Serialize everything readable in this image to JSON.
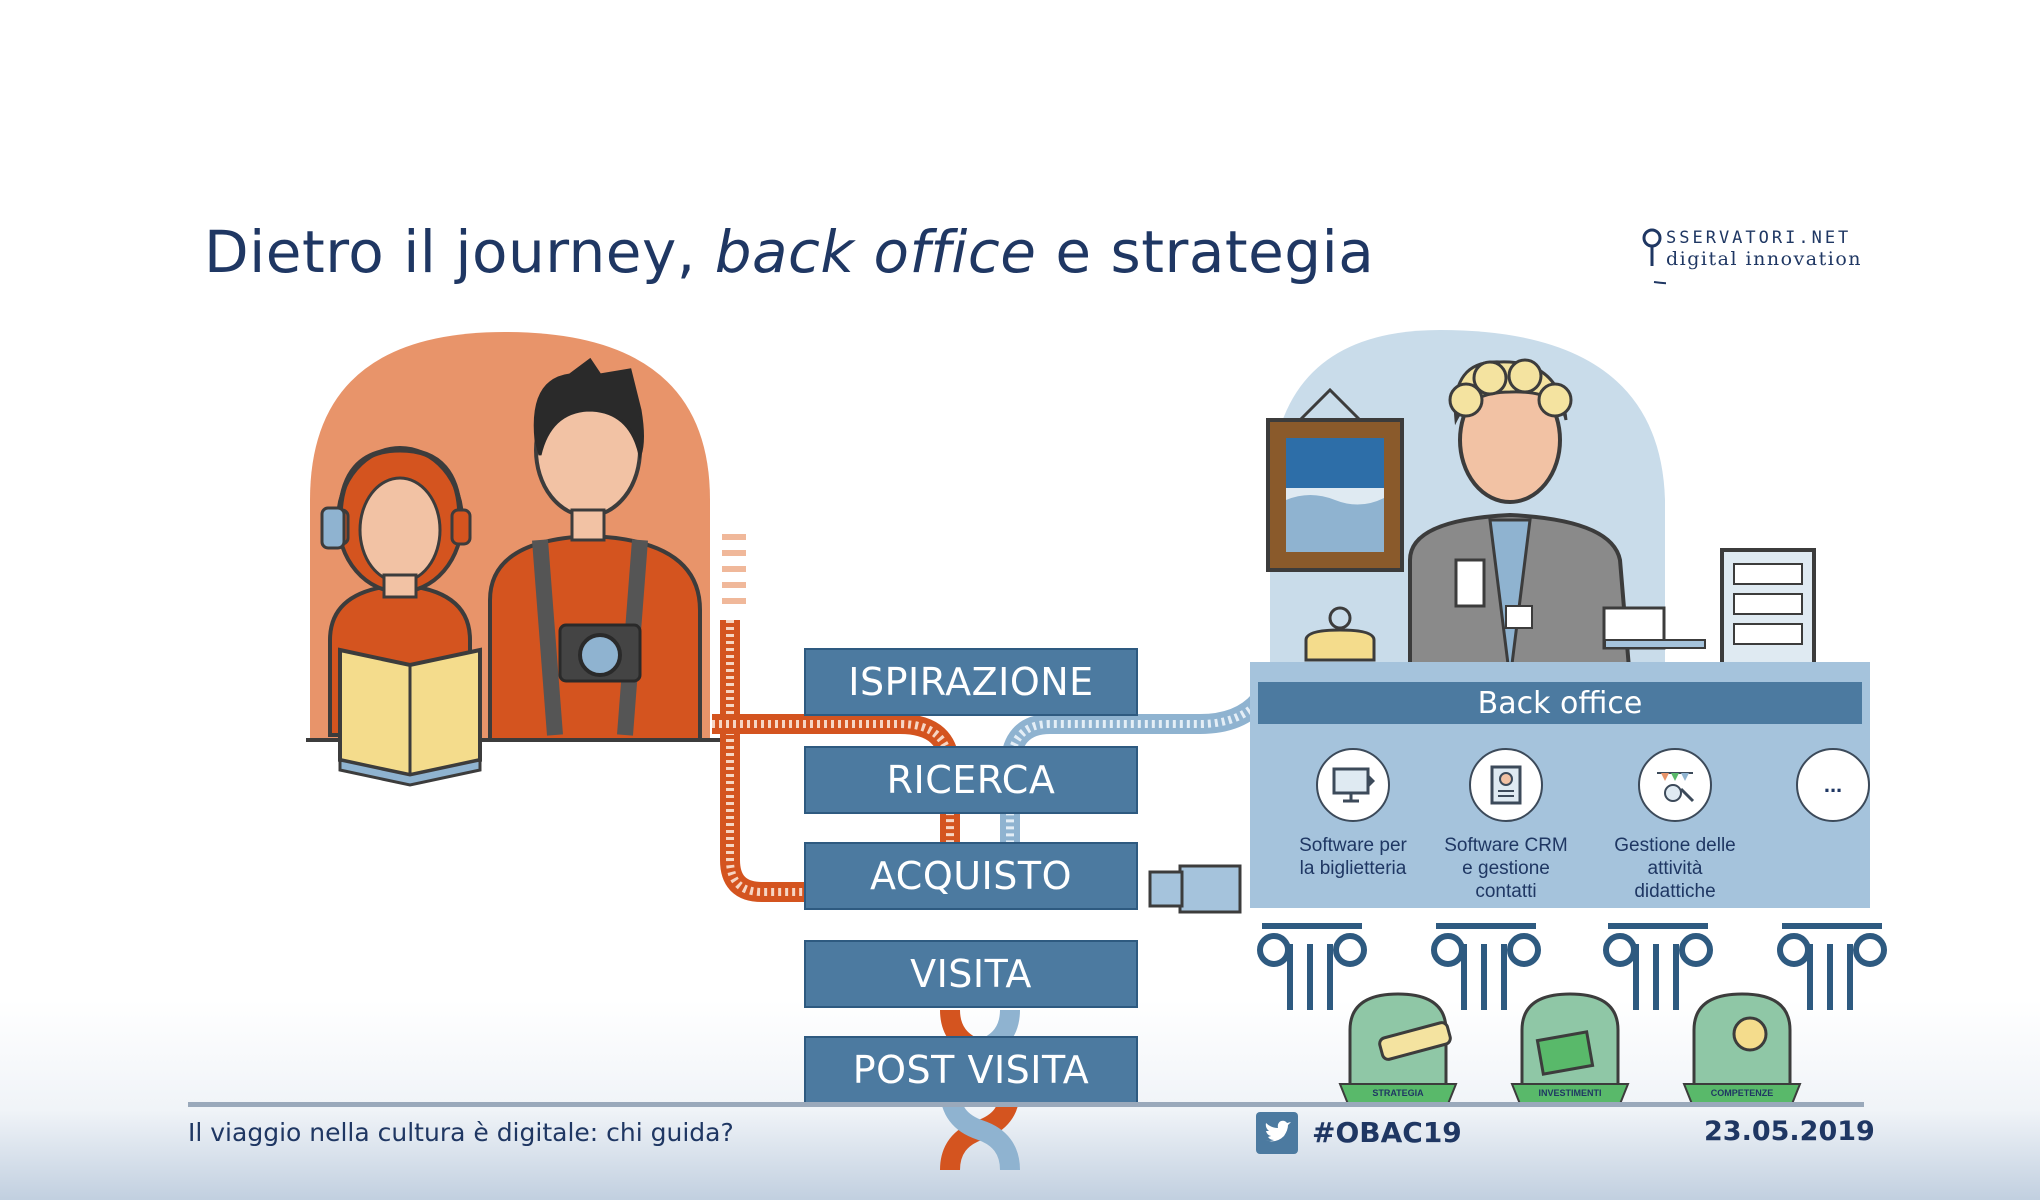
{
  "slide": {
    "title_part1": "Dietro il journey, ",
    "title_italic": "back office",
    "title_part2": " e strategia"
  },
  "logo": {
    "line1": "SSERVATORI.NET",
    "line2": "digital innovation"
  },
  "journey": {
    "stages": [
      {
        "label": "ISPIRAZIONE"
      },
      {
        "label": "RICERCA"
      },
      {
        "label": "ACQUISTO"
      },
      {
        "label": "VISITA"
      },
      {
        "label": "POST VISITA"
      }
    ]
  },
  "back_office": {
    "title": "Back office",
    "tools": [
      {
        "label_line1": "Software per",
        "label_line2": "la biglietteria",
        "label_line3": "",
        "icon": "monitor-icon"
      },
      {
        "label_line1": "Software CRM",
        "label_line2": "e gestione",
        "label_line3": "contatti",
        "icon": "contact-card-icon"
      },
      {
        "label_line1": "Gestione delle",
        "label_line2": "attività",
        "label_line3": "didattiche",
        "icon": "education-icon"
      },
      {
        "label_line1": "",
        "label_line2": "",
        "label_line3": "",
        "icon": "more-icon",
        "symbol": "..."
      }
    ]
  },
  "pillars": {
    "labels": [
      "STRATEGIA",
      "INVESTIMENTI",
      "COMPETENZE"
    ]
  },
  "footer": {
    "subtitle": "Il viaggio nella cultura è digitale: chi guida?",
    "hashtag": "#OBAC19",
    "date": "23.05.2019"
  },
  "colors": {
    "navy": "#1f3763",
    "stage_blue": "#4c7aa0",
    "panel_blue": "#a5c3dc",
    "orange": "#d4541f",
    "peach": "#e8946a",
    "light_blue": "#c9dcea"
  }
}
